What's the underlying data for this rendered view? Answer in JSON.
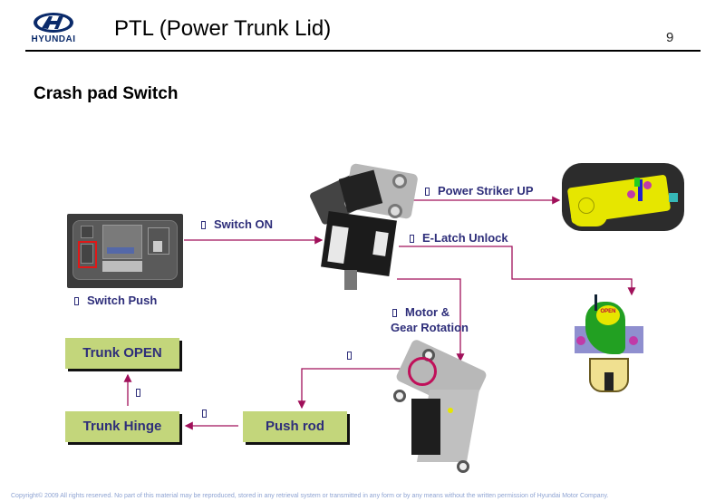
{
  "header": {
    "brand": "HYUNDAI",
    "title": "PTL (Power Trunk Lid)",
    "page_number": "9"
  },
  "subtitle": "Crash pad Switch",
  "steps": {
    "switch_push": "Switch Push",
    "switch_on": "Switch ON",
    "power_striker_up": "Power Striker UP",
    "e_latch_unlock": "E-Latch Unlock",
    "motor_gear_line1": "Motor &",
    "motor_gear_line2": "Gear Rotation"
  },
  "boxes": {
    "trunk_open": "Trunk OPEN",
    "trunk_hinge": "Trunk Hinge",
    "push_rod": "Push rod"
  },
  "images": {
    "latch_open_label": "OPEN"
  },
  "colors": {
    "arrow": "#a0105a",
    "box_fill": "#c3d67b",
    "label_text": "#2e2e7a"
  },
  "footer": {
    "copyright": "Copyright© 2009 All rights reserved. No part of this material may be reproduced, stored in any retrieval system or transmitted in any form or by any means without the written permission of Hyundai Motor Company."
  }
}
